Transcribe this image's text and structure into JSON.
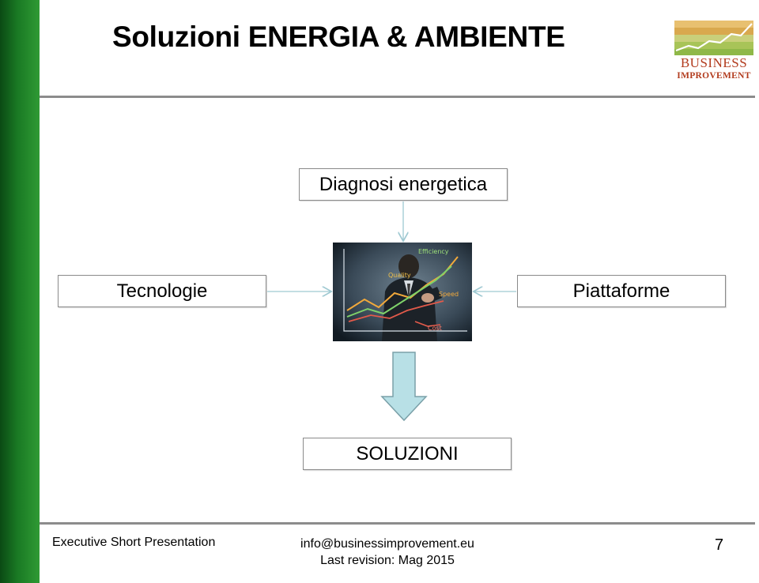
{
  "slide": {
    "title": "Soluzioni ENERGIA & AMBIENTE",
    "logo": {
      "line1": "BUSINESS",
      "line2": "IMPROVEMENT"
    }
  },
  "diagram": {
    "top_box": "Diagnosi energetica",
    "left_box": "Tecnologie",
    "right_box": "Piattaforme",
    "bottom_box": "SOLUZIONI",
    "photo_labels": [
      "Efficiency",
      "Quality",
      "Speed",
      "Cost"
    ]
  },
  "footer": {
    "left": "Executive Short Presentation",
    "email": "info@businessimprovement.eu",
    "revision": "Last revision: Mag 2015",
    "page_number": "7"
  },
  "colors": {
    "side_bar": "#1a7a24",
    "rule": "#8c8c8c",
    "arrow_fill": "#b8e0e6",
    "arrow_stroke": "#7aa0a8",
    "logo_text": "#b23b1d"
  }
}
